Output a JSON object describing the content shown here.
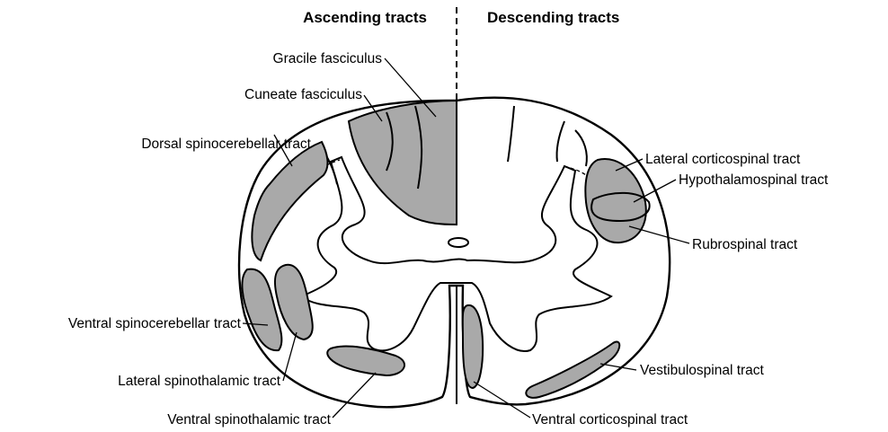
{
  "headers": {
    "ascending": "Ascending tracts",
    "descending": "Descending tracts"
  },
  "labels": {
    "gracile_fasciculus": "Gracile fasciculus",
    "cuneate_fasciculus": "Cuneate fasciculus",
    "dorsal_spinocerebellar": "Dorsal spinocerebellar tract",
    "ventral_spinocerebellar": "Ventral spinocerebellar tract",
    "lateral_spinothalamic": "Lateral spinothalamic tract",
    "ventral_spinothalamic": "Ventral spinothalamic tract",
    "lateral_corticospinal": "Lateral corticospinal tract",
    "hypothalamospinal": "Hypothalamospinal tract",
    "rubrospinal": "Rubrospinal tract",
    "vestibulospinal": "Vestibulospinal tract",
    "ventral_corticospinal": "Ventral corticospinal tract"
  },
  "colors": {
    "tract_fill": "#a9a9a9",
    "line": "#000000",
    "background": "#ffffff"
  }
}
